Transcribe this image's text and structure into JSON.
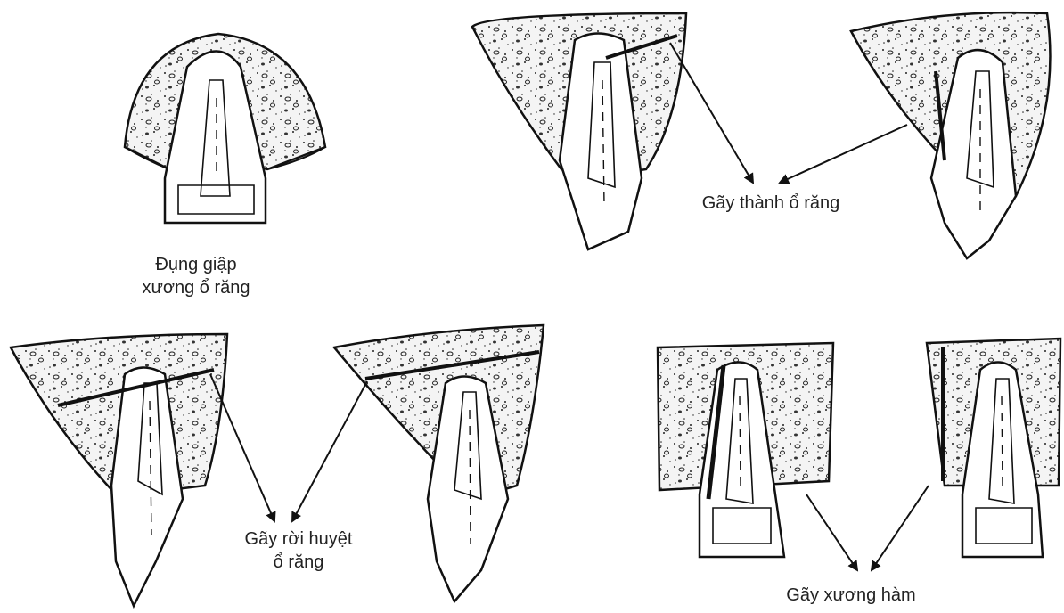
{
  "colors": {
    "ink": "#111111",
    "bone_fill": "#f2f2f2",
    "tooth_fill": "#ffffff",
    "background": "#ffffff"
  },
  "labels": {
    "concussion": {
      "line1": "Đụng giập",
      "line2": "xương ổ răng"
    },
    "alveolar_wall_fracture": {
      "text": "Gãy thành ổ răng"
    },
    "alveolar_segment_fracture": {
      "line1": "Gãy rời huyệt",
      "line2": "ổ răng"
    },
    "jaw_fracture": {
      "text": "Gãy xương hàm"
    }
  }
}
